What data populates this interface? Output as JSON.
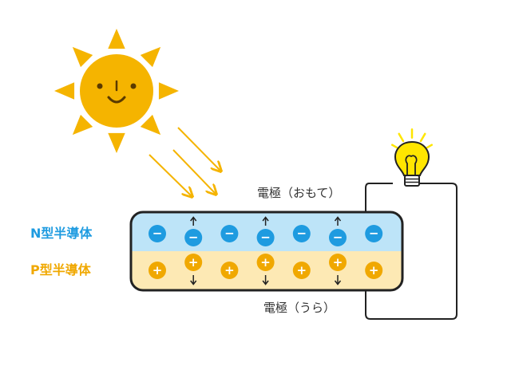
{
  "labels": {
    "n_semiconductor": "N型半導体",
    "p_semiconductor": "P型半導体",
    "electrode_front": "電極（おもて）",
    "electrode_back": "電極（うら）"
  },
  "symbols": {
    "electron": "−",
    "hole": "+"
  },
  "colors": {
    "sun": "#F5B400",
    "sun_face": "#5A3A00",
    "light_ray": "#F5B400",
    "n_layer": "#BDE4F8",
    "p_layer": "#FDE9B4",
    "electron": "#1E9BE0",
    "hole": "#F0A800",
    "n_label": "#1E9BE0",
    "p_label": "#F0A800",
    "outline": "#222222",
    "bulb": "#FFE600"
  },
  "icons": [
    "sun-icon",
    "light-ray-icon",
    "light-bulb-icon",
    "electron-icon",
    "hole-icon",
    "arrow-up-icon",
    "arrow-down-icon"
  ],
  "carriers": {
    "electrons_count": 7,
    "holes_count": 7,
    "moving_pairs": 3
  }
}
